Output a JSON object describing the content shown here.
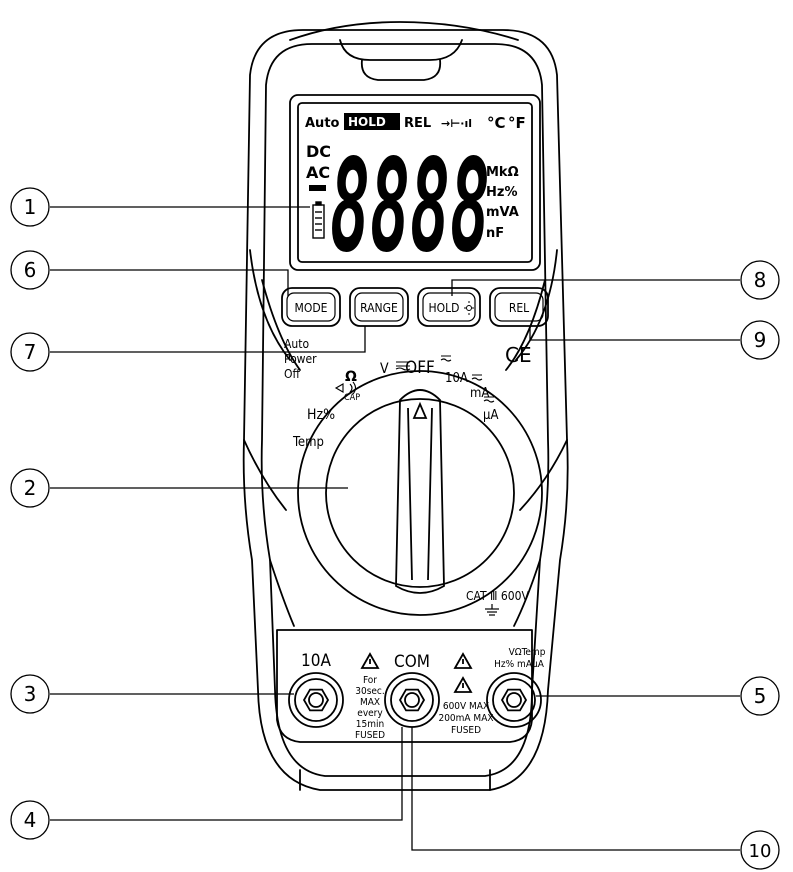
{
  "lcd": {
    "indicators": {
      "auto": "Auto",
      "hold": "HOLD",
      "rel": "REL",
      "diode_beep": "→⊢·ıl",
      "celsius": "°C",
      "fahrenheit": "°F",
      "dc": "DC",
      "ac": "AC",
      "minus": "▬",
      "mk_ohm": "MkΩ",
      "hz_pct": "Hz%",
      "m_va": "mVA",
      "nf": "nF"
    },
    "digits": "8888"
  },
  "buttons": {
    "mode": "MODE",
    "range": "RANGE",
    "hold": "HOLD",
    "rel": "REL"
  },
  "auto_power_off": [
    "Auto",
    "Power",
    "Off"
  ],
  "ce_mark": "CE",
  "dial": {
    "off": "OFF",
    "ohm": "Ω",
    "cap": "CAP",
    "v": "V",
    "a10": "10A",
    "ma": "mA",
    "ua": "µA",
    "hz": "Hz%",
    "temp": "Temp"
  },
  "category": "CAT Ⅲ 600V",
  "jacks": {
    "left_label": "10A",
    "left_note": [
      "For",
      "30sec.",
      "MAX",
      "every",
      "15min",
      "FUSED"
    ],
    "center_label": "COM",
    "center_note": [
      "600V MAX",
      "200mA MAX",
      "FUSED"
    ],
    "right_label_1": "VΩTemp",
    "right_label_2": "Hz% mAµA"
  },
  "callouts": [
    "1",
    "2",
    "3",
    "4",
    "5",
    "6",
    "7",
    "8",
    "9",
    "10"
  ]
}
